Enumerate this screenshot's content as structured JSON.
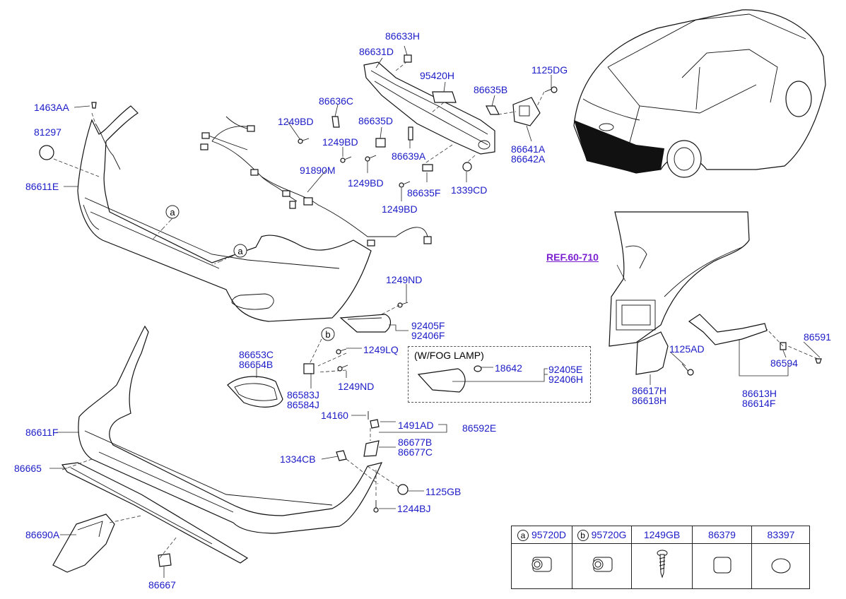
{
  "labels": {
    "p86633H": "86633H",
    "p86631D": "86631D",
    "p95420H": "95420H",
    "p1125DG": "1125DG",
    "p86635B": "86635B",
    "p86636C": "86636C",
    "p1463AA": "1463AA",
    "p81297": "81297",
    "p1249BD_1": "1249BD",
    "p86635D": "86635D",
    "p1249BD_2": "1249BD",
    "p86639A": "86639A",
    "p86641A": "86641A",
    "p86642A": "86642A",
    "p86611E": "86611E",
    "p91890M": "91890M",
    "p1249BD_3": "1249BD",
    "p86635F": "86635F",
    "p1339CD": "1339CD",
    "p1249BD_4": "1249BD",
    "p1249ND_1": "1249ND",
    "p92405F": "92405F",
    "p92406F": "92406F",
    "p86653C": "86653C",
    "p86654B": "86654B",
    "p1249LQ": "1249LQ",
    "p1249ND_2": "1249ND",
    "p86583J": "86583J",
    "p86584J": "86584J",
    "p18642": "18642",
    "p92405E": "92405E",
    "p92406H": "92406H",
    "p86591": "86591",
    "p1125AD": "1125AD",
    "p86594": "86594",
    "p86617H": "86617H",
    "p86618H": "86618H",
    "p86613H": "86613H",
    "p86614F": "86614F",
    "p14160": "14160",
    "p1491AD": "1491AD",
    "p86592E": "86592E",
    "p86611F": "86611F",
    "p86677B": "86677B",
    "p86677C": "86677C",
    "p1334CB": "1334CB",
    "p86665": "86665",
    "p1125GB": "1125GB",
    "p1244BJ": "1244BJ",
    "p86690A": "86690A",
    "p86667": "86667"
  },
  "ref_label": "REF.60-710",
  "fog_lamp_title": "(W/FOG LAMP)",
  "callouts": {
    "a": "a",
    "b": "b"
  },
  "legend": [
    {
      "marker": "a",
      "part": "95720D",
      "icon": "parking-sensor-icon"
    },
    {
      "marker": "b",
      "part": "95720G",
      "icon": "parking-sensor-icon"
    },
    {
      "marker": "",
      "part": "1249GB",
      "icon": "screw-icon"
    },
    {
      "marker": "",
      "part": "86379",
      "icon": "rounded-plug-icon"
    },
    {
      "marker": "",
      "part": "83397",
      "icon": "oval-plug-icon"
    }
  ]
}
